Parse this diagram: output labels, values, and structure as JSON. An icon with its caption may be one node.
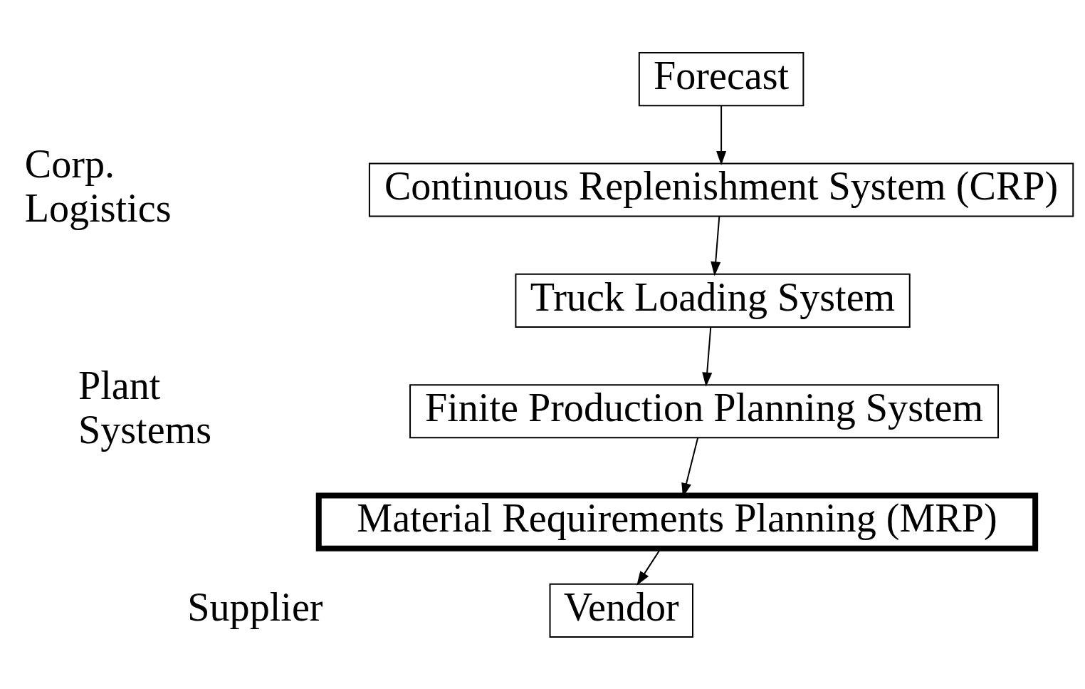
{
  "diagram": {
    "nodes": [
      {
        "text": [
          "Forecast"
        ]
      },
      {
        "text": [
          "Continuous Replenishment System (CRP)"
        ]
      },
      {
        "text": [
          "Truck Loading System"
        ]
      },
      {
        "text": [
          "Finite Production Planning System"
        ]
      },
      {
        "text": [
          "Material Requirements Planning (MRP)"
        ]
      },
      {
        "text": [
          "Vendor"
        ]
      }
    ],
    "edges": [
      {
        "from": 0,
        "to": 1,
        "arrow": "to"
      },
      {
        "from": 1,
        "to": 2,
        "arrow": "to"
      },
      {
        "from": 2,
        "to": 3,
        "arrow": "to"
      },
      {
        "from": 3,
        "to": 4,
        "arrow": "to"
      },
      {
        "from": 4,
        "to": 5,
        "arrow": "to"
      }
    ],
    "labels": [
      "Corp. Logistics",
      "Plant Systems",
      "Supplier"
    ]
  }
}
